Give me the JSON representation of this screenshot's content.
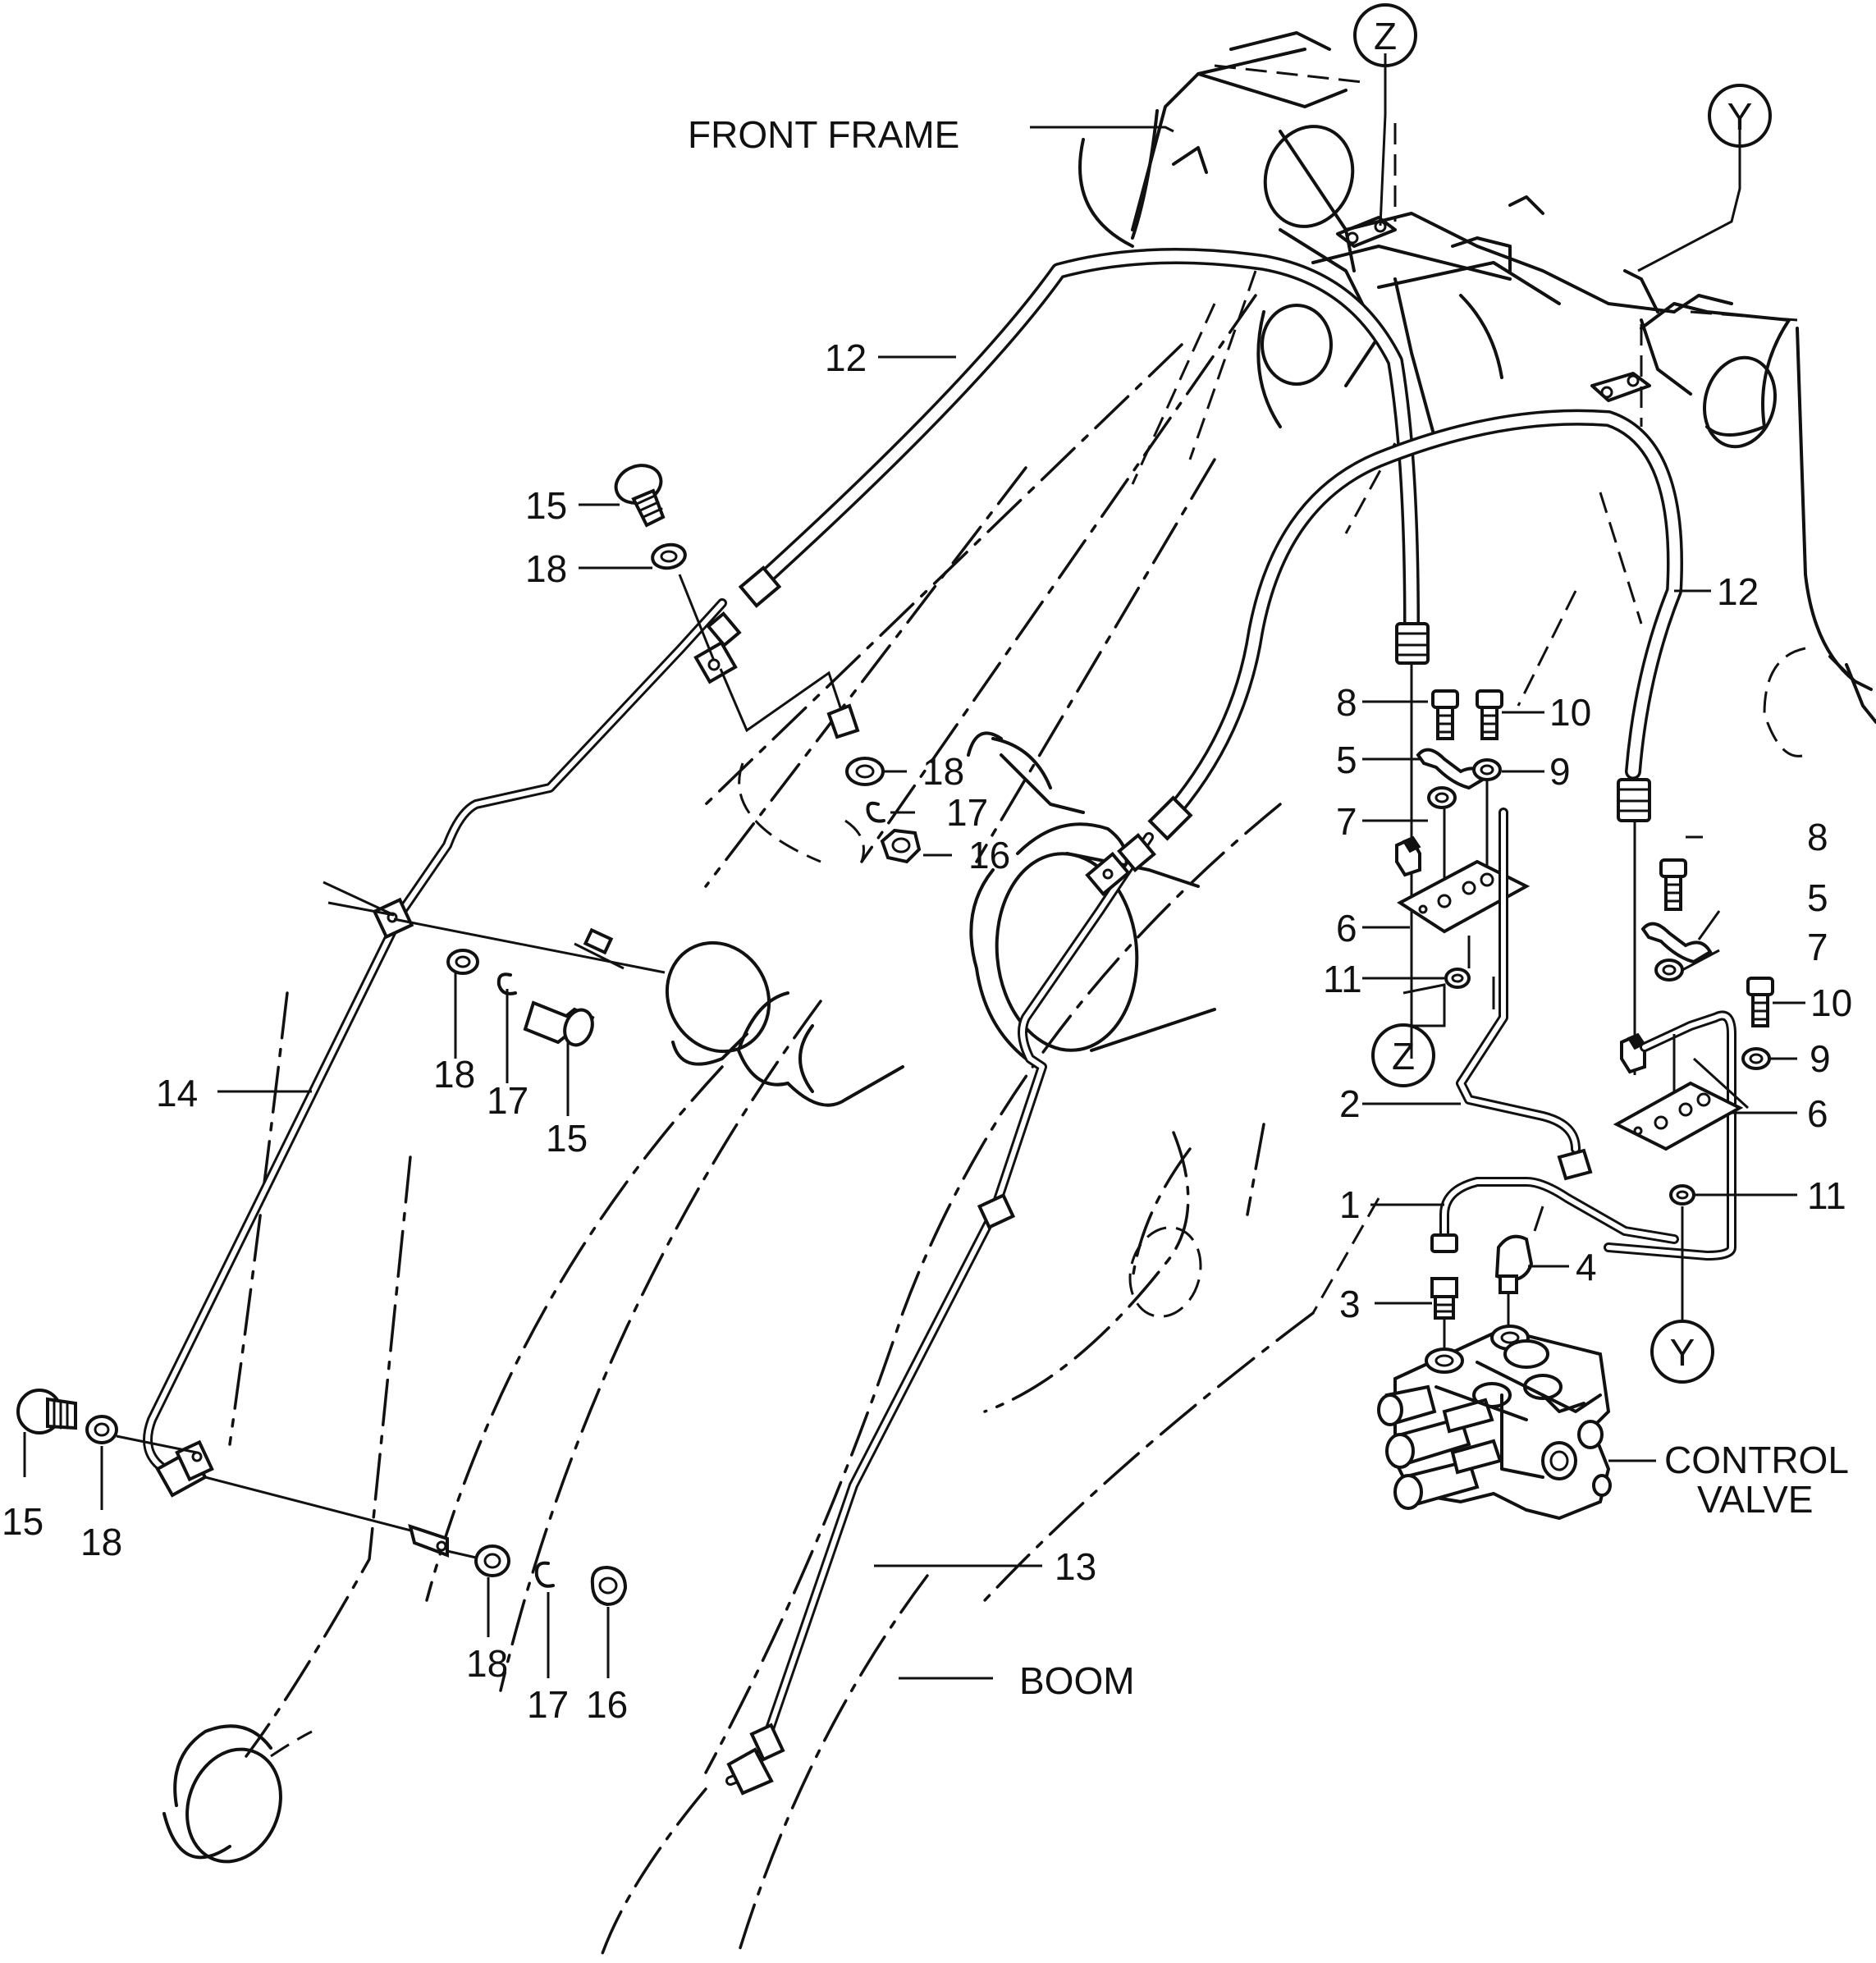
{
  "diagram": {
    "named_labels": {
      "front_frame": "FRONT FRAME",
      "boom": "BOOM",
      "control_valve_line1": "CONTROL",
      "control_valve_line2": "VALVE"
    },
    "view_refs": {
      "z_top": "Z",
      "y_top": "Y",
      "z_mid": "Z",
      "y_mid": "Y"
    },
    "callouts": {
      "c12a": "12",
      "c15a": "15",
      "c18a": "18",
      "c18b": "18",
      "c17a": "17",
      "c16a": "16",
      "c18c": "18",
      "c17b": "17",
      "c15b": "15",
      "c14": "14",
      "c15c": "15",
      "c18d": "18",
      "c18e": "18",
      "c17c": "17",
      "c16b": "16",
      "c13": "13",
      "c8a": "8",
      "c10a": "10",
      "c5a": "5",
      "c9a": "9",
      "c7a": "7",
      "c6a": "6",
      "c11a": "11",
      "c2": "2",
      "c1": "1",
      "c3": "3",
      "c4": "4",
      "c12b": "12",
      "c8b": "8",
      "c5b": "5",
      "c7b": "7",
      "c10b": "10",
      "c9b": "9",
      "c6b": "6",
      "c11b": "11"
    }
  }
}
